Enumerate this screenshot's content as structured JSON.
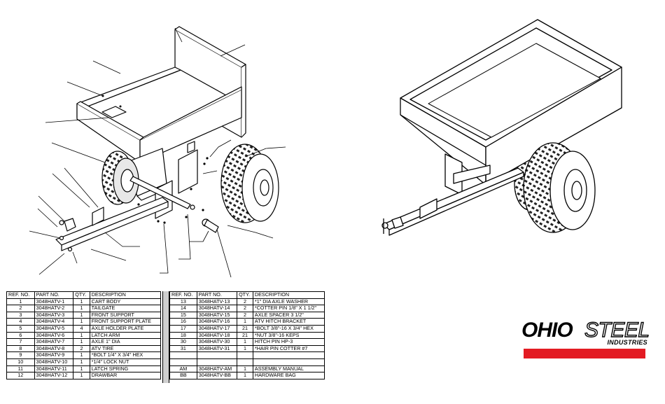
{
  "document": {
    "type": "exploded parts diagram with parts list",
    "brand": "OHIOSTEEL INDUSTRIES"
  },
  "logo": {
    "ohio": "OHIO",
    "steel": "STEEL",
    "industries": "INDUSTRIES",
    "bar_color": "#e31b23"
  },
  "parts_table": {
    "headers": [
      "REF. NO.",
      "PART NO.",
      "QTY.",
      "DESCRIPTION"
    ],
    "left_rows": [
      [
        "1",
        "3048HATV-1",
        "1",
        "CART BODY"
      ],
      [
        "2",
        "3048HATV-2",
        "1",
        "TAILGATE"
      ],
      [
        "3",
        "3048HATV-3",
        "1",
        "FRONT SUPPORT"
      ],
      [
        "4",
        "3048HATV-4",
        "1",
        "FRONT SUPPORT PLATE"
      ],
      [
        "5",
        "3048HATV-5",
        "4",
        "AXLE HOLDER PLATE"
      ],
      [
        "6",
        "3048HATV-6",
        "1",
        "LATCH ARM"
      ],
      [
        "7",
        "3048HATV-7",
        "1",
        "AXLE 1\" DIA"
      ],
      [
        "8",
        "3048HATV-8",
        "2",
        "ATV TIRE"
      ],
      [
        "9",
        "3048HATV-9",
        "1",
        "*BOLT 1/4\" X 3/4\" HEX"
      ],
      [
        "10",
        "3048HATV-10",
        "1",
        "*1/4\" LOCK NUT"
      ],
      [
        "11",
        "3048HATV-11",
        "1",
        "LATCH SPRING"
      ],
      [
        "12",
        "3048HATV-12",
        "1",
        "DRAWBAR"
      ]
    ],
    "right_rows": [
      [
        "13",
        "3048HATV-13",
        "2",
        "*1\" DIA AXLE WASHER"
      ],
      [
        "14",
        "3048HATV-14",
        "2",
        "*COTTER PIN 1/8\" X 1 1/2\""
      ],
      [
        "15",
        "3048HATV-15",
        "2",
        "AXLE SPACER 3 1/2\""
      ],
      [
        "16",
        "3048HATV-16",
        "1",
        "ATV HITCH BRACKET"
      ],
      [
        "17",
        "3048HATV-17",
        "21",
        "*BOLT 3/8\"-16 X 3/4\"  HEX"
      ],
      [
        "18",
        "3048HATV-18",
        "21",
        "*NUT 3/8\"-16 KEPS"
      ],
      [
        "30",
        "3048HATV-30",
        "1",
        "HITCH PIN HP-3"
      ],
      [
        "31",
        "3048HATV-31",
        "1",
        "*HAIR PIN COTTER #7"
      ],
      [
        "",
        "",
        "",
        ""
      ],
      [
        "",
        "",
        "",
        ""
      ],
      [
        "AM",
        "3048HATV-AM",
        "1",
        "ASSEMBLY MANUAL"
      ],
      [
        "BB",
        "3048HATV-BB",
        "1",
        "HARDWARE BAG"
      ]
    ]
  }
}
